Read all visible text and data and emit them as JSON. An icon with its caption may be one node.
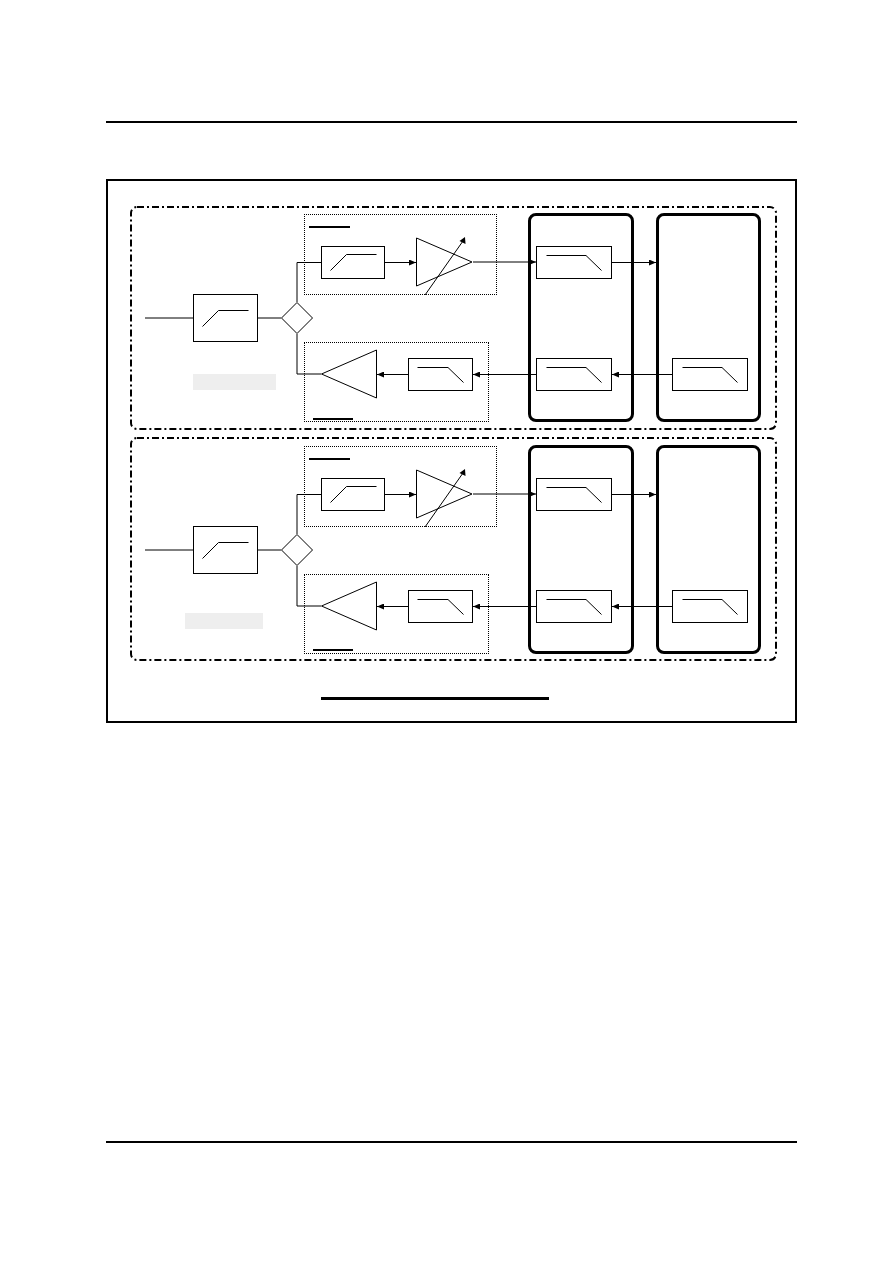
{
  "diagram": {
    "nodes": [
      {
        "text": [],
        "shape": "box"
      },
      {
        "text": [],
        "shape": "box",
        "in": 0
      },
      {
        "text": [],
        "shape": "box",
        "in": 0
      },
      {
        "text": [],
        "shape": "box",
        "in": 0
      },
      {
        "text": [],
        "shape": "box",
        "in": 0
      },
      {
        "text": [],
        "shape": "box",
        "in": 0
      },
      {
        "text": [],
        "shape": "diamond",
        "in": 0
      },
      {
        "text": [],
        "shape": "box",
        "in": 1
      },
      {
        "text": [],
        "shape": "triangle",
        "in": 1
      },
      {
        "text": [],
        "shape": "box",
        "in": 3
      },
      {
        "text": [],
        "shape": "box",
        "in": 3
      },
      {
        "text": [],
        "shape": "box",
        "in": 4
      },
      {
        "text": [],
        "shape": "box",
        "in": 2
      },
      {
        "text": [],
        "shape": "triangle",
        "in": 2
      },
      {
        "text": [],
        "shape": "box"
      },
      {
        "text": [],
        "shape": "box",
        "in": 14
      },
      {
        "text": [],
        "shape": "box",
        "in": 14
      },
      {
        "text": [],
        "shape": "box",
        "in": 14
      },
      {
        "text": [],
        "shape": "box",
        "in": 14
      },
      {
        "text": [],
        "shape": "box",
        "in": 14
      },
      {
        "text": [],
        "shape": "diamond",
        "in": 14
      },
      {
        "text": [],
        "shape": "box",
        "in": 15
      },
      {
        "text": [],
        "shape": "triangle",
        "in": 15
      },
      {
        "text": [],
        "shape": "box",
        "in": 17
      },
      {
        "text": [],
        "shape": "box",
        "in": 17
      },
      {
        "text": [],
        "shape": "box",
        "in": 18
      },
      {
        "text": [],
        "shape": "box",
        "in": 16
      },
      {
        "text": [],
        "shape": "triangle",
        "in": 16
      },
      {
        "text": [],
        "shape": "bar",
        "in": 0
      },
      {
        "text": [],
        "shape": "bar",
        "in": 14
      }
    ],
    "edges": [
      {
        "from": null,
        "to": 5,
        "arrow": "none"
      },
      {
        "from": 5,
        "to": 6,
        "arrow": "none"
      },
      {
        "from": 6,
        "to": 7,
        "arrow": "none"
      },
      {
        "from": 7,
        "to": 8,
        "arrow": "to"
      },
      {
        "from": 8,
        "to": 9,
        "arrow": "to"
      },
      {
        "from": 9,
        "to": 4,
        "arrow": "to"
      },
      {
        "from": 11,
        "to": 10,
        "arrow": "to"
      },
      {
        "from": 10,
        "to": 12,
        "arrow": "to"
      },
      {
        "from": 12,
        "to": 13,
        "arrow": "to"
      },
      {
        "from": 13,
        "to": 6,
        "arrow": "none"
      },
      {
        "from": null,
        "to": 19,
        "arrow": "none"
      },
      {
        "from": 19,
        "to": 20,
        "arrow": "none"
      },
      {
        "from": 20,
        "to": 21,
        "arrow": "none"
      },
      {
        "from": 21,
        "to": 22,
        "arrow": "to"
      },
      {
        "from": 22,
        "to": 23,
        "arrow": "to"
      },
      {
        "from": 23,
        "to": 18,
        "arrow": "to"
      },
      {
        "from": 25,
        "to": 24,
        "arrow": "to"
      },
      {
        "from": 24,
        "to": 26,
        "arrow": "to"
      },
      {
        "from": 26,
        "to": 27,
        "arrow": "to"
      },
      {
        "from": 27,
        "to": 20,
        "arrow": "none"
      }
    ]
  }
}
